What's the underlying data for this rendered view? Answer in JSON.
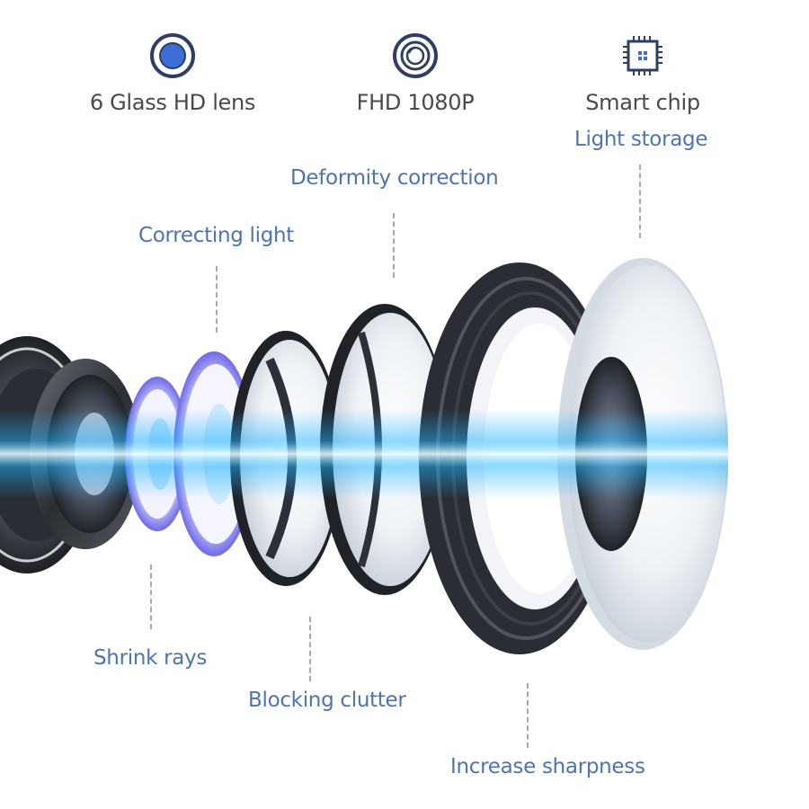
{
  "features": [
    {
      "label": "6 Glass HD lens",
      "icon": "lens-circle-icon"
    },
    {
      "label": "FHD 1080P",
      "icon": "aperture-ring-icon"
    },
    {
      "label": "Smart chip",
      "icon": "chip-icon"
    }
  ],
  "callouts": {
    "light_storage": "Light storage",
    "deformity_correction": "Deformity correction",
    "correcting_light": "Correcting light",
    "shrink_rays": "Shrink rays",
    "blocking_clutter": "Blocking clutter",
    "increase_sharpness": "Increase sharpness"
  },
  "colors": {
    "feature_text": "#4a4a4a",
    "callout_text": "#4f74ad",
    "icon_navy": "#2e3f63",
    "lens_blue": "#3d6ed6",
    "light_beam": "#1fb3ff",
    "purple_ring": "#8a86f0"
  }
}
